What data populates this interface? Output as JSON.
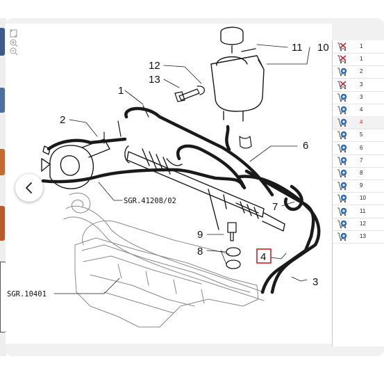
{
  "viewer": {
    "callouts": {
      "c1": "1",
      "c2": "2",
      "c3": "3",
      "c4": "4",
      "c6": "6",
      "c7": "7",
      "c8": "8",
      "c9": "9",
      "c10": "10",
      "c11": "11",
      "c12": "12",
      "c13": "13"
    },
    "references": {
      "pump": "SGR.41208/02",
      "frame": "SGR.10401"
    },
    "highlighted_callout": "4"
  },
  "parts_list": {
    "rows": [
      {
        "num": "1",
        "icon": "cart-cross-icon",
        "active": false
      },
      {
        "num": "1",
        "icon": "cart-cross-icon",
        "active": false
      },
      {
        "num": "2",
        "icon": "cart-add-icon",
        "active": false
      },
      {
        "num": "3",
        "icon": "cart-cross-icon",
        "active": false
      },
      {
        "num": "3",
        "icon": "cart-add-icon",
        "active": false
      },
      {
        "num": "4",
        "icon": "cart-add-icon",
        "active": false
      },
      {
        "num": "4",
        "icon": "cart-add-icon",
        "active": true
      },
      {
        "num": "5",
        "icon": "cart-add-icon",
        "active": false
      },
      {
        "num": "6",
        "icon": "cart-add-icon",
        "active": false
      },
      {
        "num": "7",
        "icon": "cart-add-icon",
        "active": false
      },
      {
        "num": "8",
        "icon": "cart-add-icon",
        "active": false
      },
      {
        "num": "9",
        "icon": "cart-add-icon",
        "active": false
      },
      {
        "num": "10",
        "icon": "cart-add-icon",
        "active": false
      },
      {
        "num": "11",
        "icon": "cart-add-icon",
        "active": false
      },
      {
        "num": "12",
        "icon": "cart-add-icon",
        "active": false
      },
      {
        "num": "13",
        "icon": "cart-add-icon",
        "active": false
      }
    ]
  },
  "colors": {
    "cart_cross": "#c0283a",
    "cart_add": "#2b6cb8",
    "active_number": "#d21f1f",
    "highlight_box": "#d21f1f"
  }
}
